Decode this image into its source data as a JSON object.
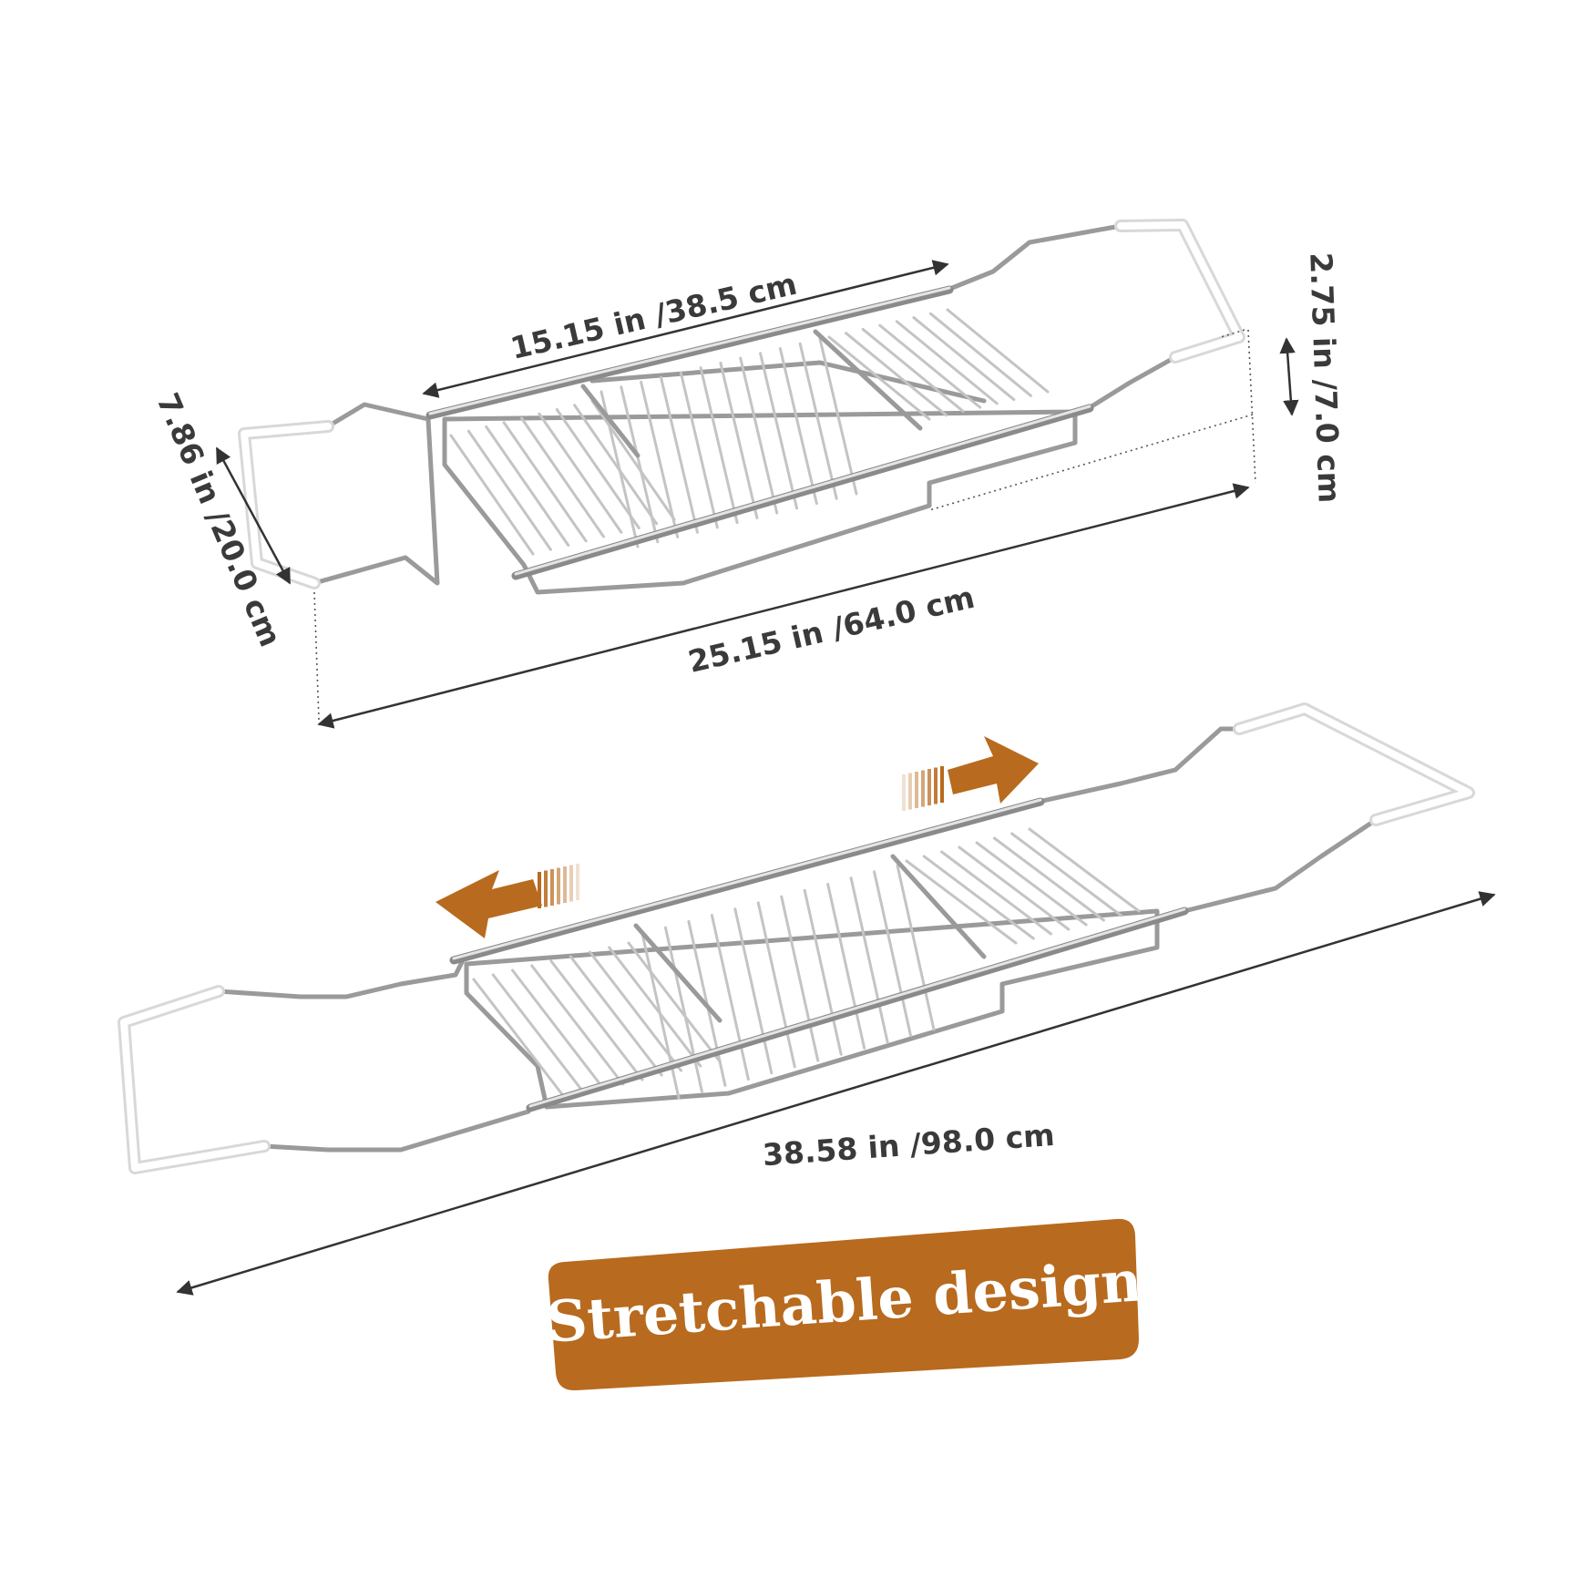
{
  "dimensions": {
    "inner_length": "15.15 in /38.5 cm",
    "closed_length": "25.15 in /64.0 cm",
    "width": "7.86 in /20.0 cm",
    "height": "2.75 in /7.0 cm",
    "extended_length": "38.58 in /98.0 cm"
  },
  "banner": {
    "label": "Stretchable design"
  },
  "colors": {
    "accent": "#b86a1e",
    "steel": "#9a9a9a",
    "grip": "#ffffff",
    "text": "#3a3a3a"
  }
}
